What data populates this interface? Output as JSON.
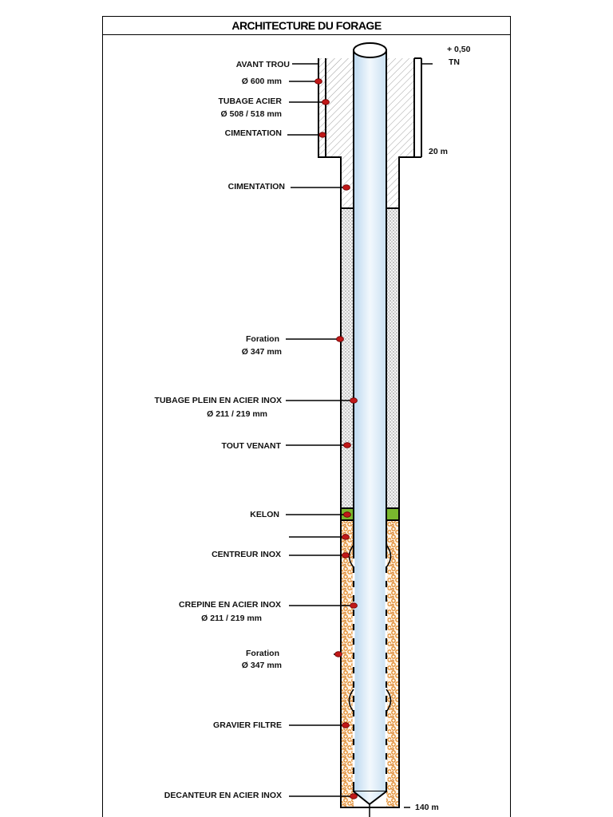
{
  "title": "ARCHITECTURE DU FORAGE",
  "right_labels": {
    "elevation": "+ 0,50",
    "tn": "TN",
    "depth_surface_casing": "20 m",
    "depth_bottom": "140 m"
  },
  "labels": {
    "avant_trou": "AVANT TROU",
    "avant_trou_diam": "Ø 600 mm",
    "tubage_acier": "TUBAGE ACIER",
    "tubage_acier_diam": "Ø 508 / 518 mm",
    "cimentation_1": "CIMENTATION",
    "cimentation_2": "CIMENTATION",
    "foration_1": "Foration",
    "foration_1_diam": "Ø 347 mm",
    "tubage_plein": "TUBAGE PLEIN EN ACIER INOX",
    "tubage_plein_diam": "Ø 211 / 219 mm",
    "tout_venant": "TOUT VENANT",
    "kelon": "KELON",
    "centreur": "CENTREUR INOX",
    "crepine": "CREPINE EN ACIER INOX",
    "crepine_diam": "Ø 211 / 219 mm",
    "foration_2": "Foration",
    "foration_2_diam": "Ø 347 mm",
    "gravier": "GRAVIER FILTRE",
    "decanteur": "DECANTEUR EN ACIER INOX"
  },
  "colors": {
    "casing_fill": "#e9f3fb",
    "casing_fill_dark": "#bcd8ef",
    "cement_hatch": "#9a9a9a",
    "gravel": "#e08a2c",
    "kelon": "#7ab82e",
    "marker": "#c01818"
  }
}
